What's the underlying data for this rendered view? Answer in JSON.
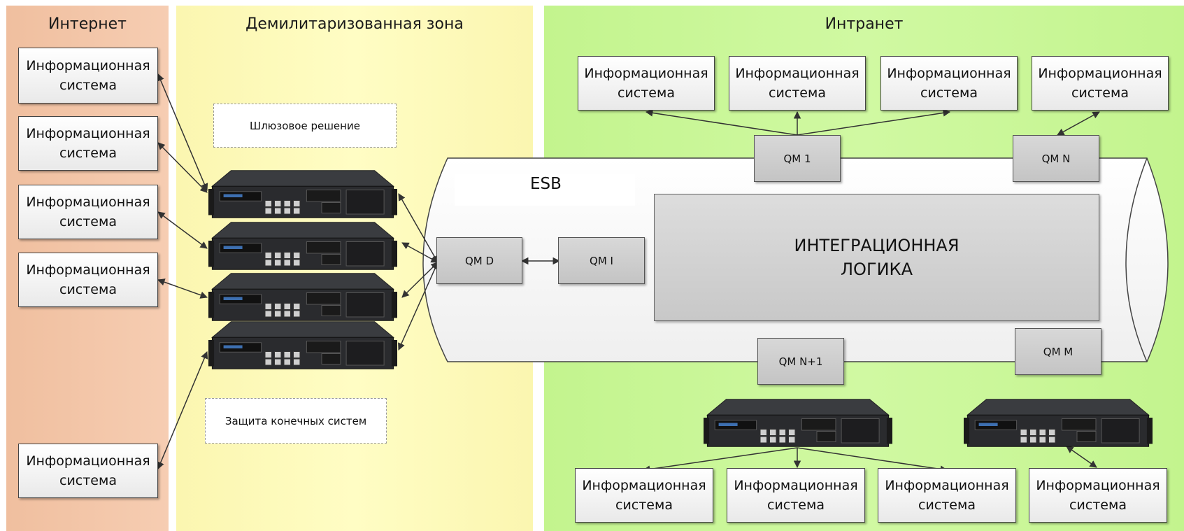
{
  "zones": {
    "internet": "Интернет",
    "dmz": "Демилитаризованная зона",
    "intranet": "Интранет"
  },
  "is_box": {
    "line1": "Информационная",
    "line2": "система"
  },
  "dmz_labels": {
    "gateway": "Шлюзовое решение",
    "endpoint": "Защита конечных систем"
  },
  "esb": {
    "label": "ESB",
    "logic_line1": "ИНТЕГРАЦИОННАЯ",
    "logic_line2": "ЛОГИКА"
  },
  "qm": {
    "d": "QM D",
    "i": "QM I",
    "q1": "QM 1",
    "n": "QM N",
    "n1": "QM N+1",
    "m": "QM M"
  },
  "colors": {
    "internet_zone": "#f3c3a3",
    "dmz_zone": "#fdfbb8",
    "intranet_zone": "#cbf79b"
  }
}
